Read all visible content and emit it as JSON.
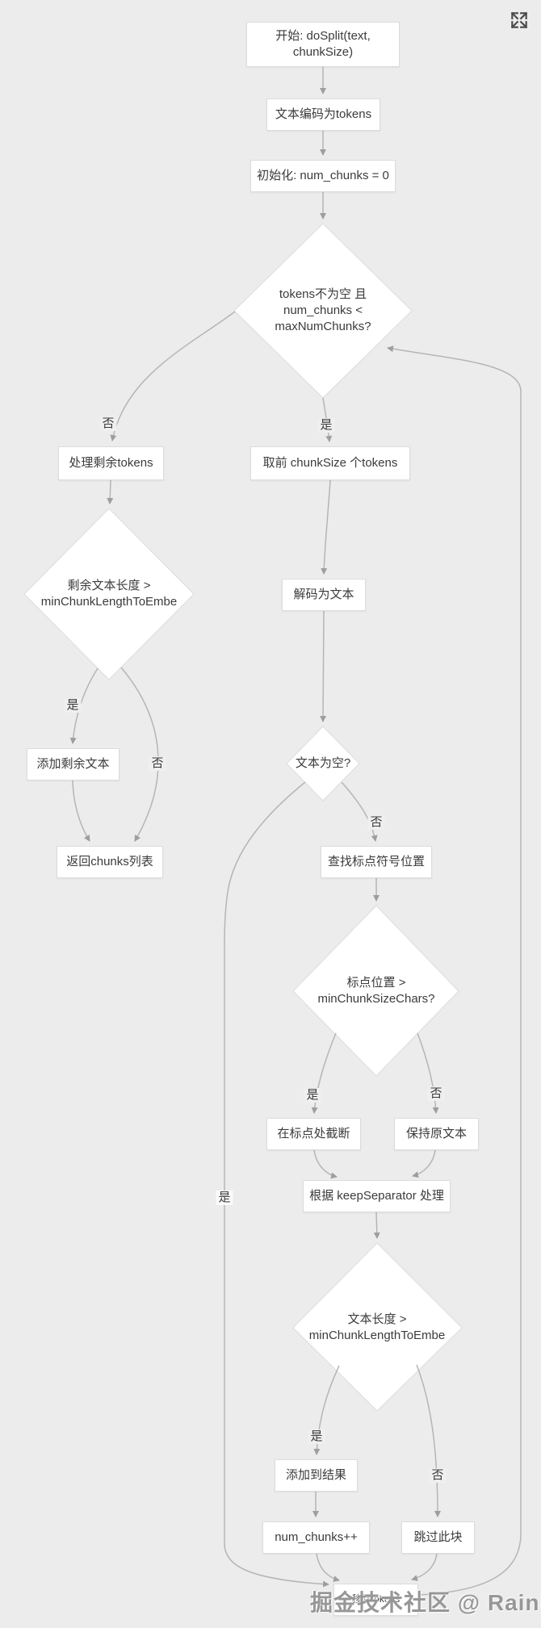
{
  "toolbar": {
    "fullscreen_icon": "expand-icon"
  },
  "watermark": {
    "text": "掘金技术社区 @ RainbowSea"
  },
  "flowchart": {
    "nodes": {
      "start": {
        "line1": "开始: doSplit(text,",
        "line2": "chunkSize)"
      },
      "encode": {
        "label": "文本编码为tokens"
      },
      "init": {
        "label": "初始化: num_chunks = 0"
      },
      "loop_check": {
        "line1": "tokens不为空 且",
        "line2": "num_chunks <",
        "line3": "maxNumChunks?"
      },
      "process_remaining": {
        "label": "处理剩余tokens"
      },
      "take_chunk": {
        "label": "取前 chunkSize 个tokens"
      },
      "remaining_length_check": {
        "line1": "剩余文本长度 >",
        "line2": "minChunkLengthToEmbe"
      },
      "decode": {
        "label": "解码为文本"
      },
      "add_remaining": {
        "label": "添加剩余文本"
      },
      "text_empty_check": {
        "label": "文本为空?"
      },
      "return_chunks": {
        "label": "返回chunks列表"
      },
      "find_punctuation": {
        "label": "查找标点符号位置"
      },
      "punct_position_check": {
        "line1": "标点位置 >",
        "line2": "minChunkSizeChars?"
      },
      "cut_at_punct": {
        "label": "在标点处截断"
      },
      "keep_original": {
        "label": "保持原文本"
      },
      "keep_separator": {
        "label": "根据 keepSeparator 处理"
      },
      "text_length_check": {
        "line1": "文本长度 >",
        "line2": "minChunkLengthToEmbe"
      },
      "add_result": {
        "label": "添加到结果"
      },
      "increment": {
        "label": "num_chunks++"
      },
      "skip_chunk": {
        "label": "跳过此块"
      },
      "remove_tokens": {
        "label": "移除tokens"
      }
    },
    "edge_labels": {
      "d1_no": "否",
      "d1_yes": "是",
      "d2_yes": "是",
      "d2_no": "否",
      "d3_yes": "是",
      "d3_no": "否",
      "d4_yes": "是",
      "d4_no": "否",
      "d5_yes": "是",
      "d5_no": "否"
    },
    "colors": {
      "node_fill": "#ffffff",
      "node_border": "#dcdcdc",
      "edge": "#b5b5b5",
      "text": "#3b3b3b",
      "background": "#ececec"
    }
  }
}
